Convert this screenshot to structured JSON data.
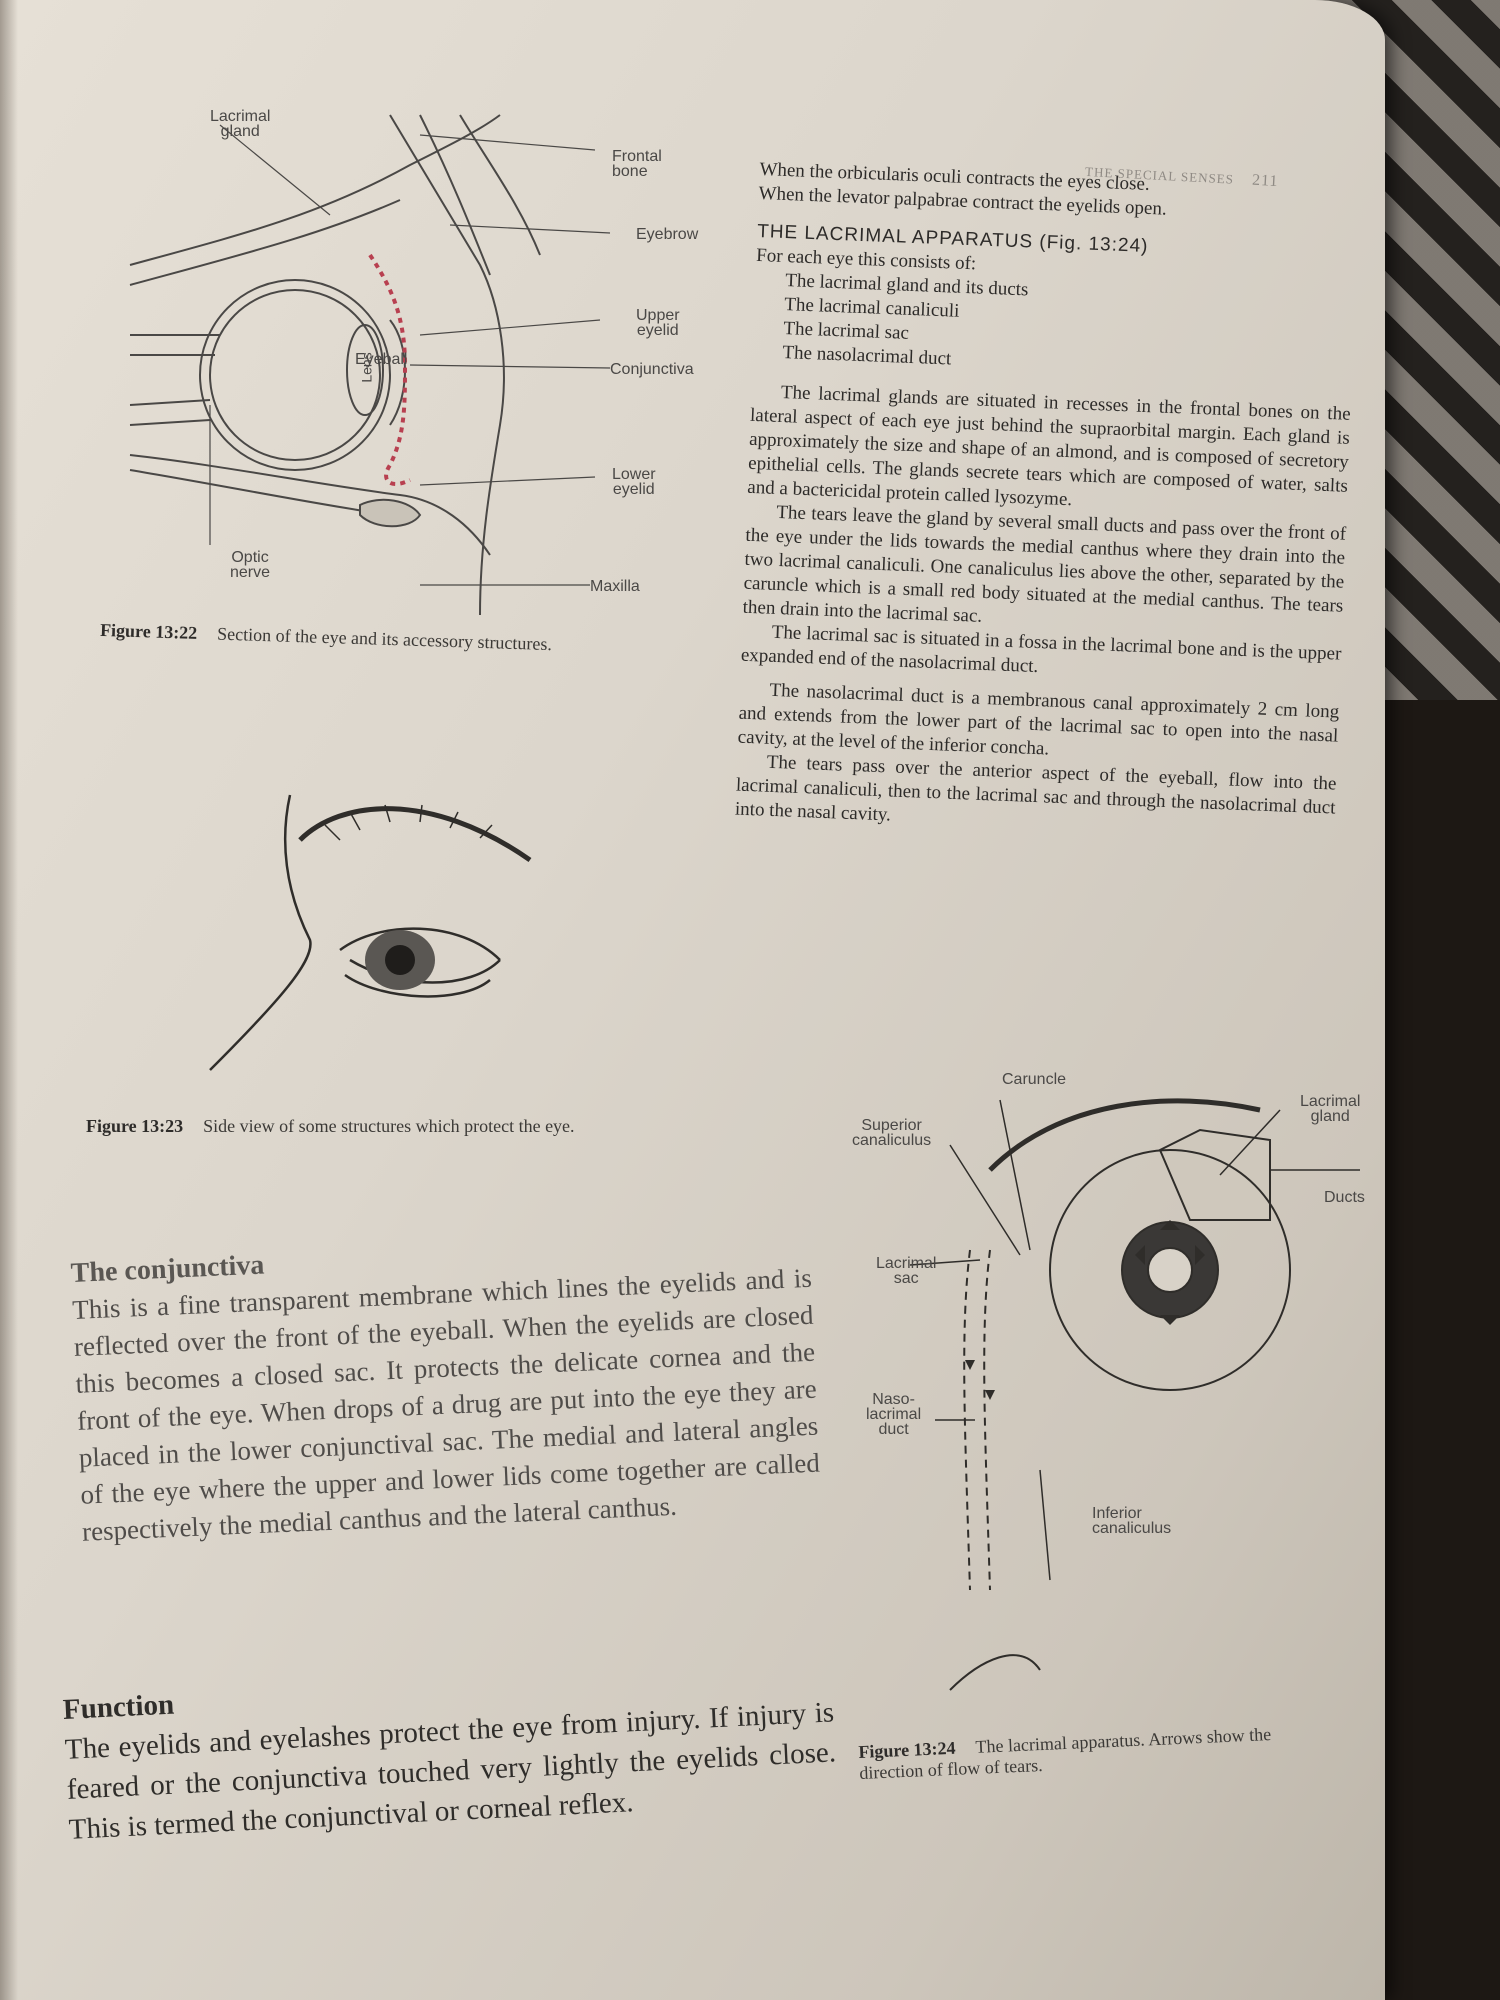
{
  "header": {
    "running_title": "THE SPECIAL SENSES",
    "page_number": "211"
  },
  "fig22": {
    "labels": {
      "lacrimal_gland": "Lacrimal\ngland",
      "frontal_bone": "Frontal\nbone",
      "eyebrow": "Eyebrow",
      "upper_eyelid": "Upper\neyelid",
      "eyeball": "Eyeball",
      "lens": "Lens",
      "conjunctiva": "Conjunctiva",
      "lower_eyelid": "Lower\neyelid",
      "optic_nerve": "Optic\nnerve",
      "maxilla": "Maxilla"
    },
    "caption_number": "Figure 13:22",
    "caption_text": "Section of the eye and its accessory structures."
  },
  "right_column": {
    "intro_1": "When the orbicularis oculi contracts the eyes close.",
    "intro_2": "When the levator palpabrae contract the eyelids open.",
    "heading": "THE LACRIMAL APPARATUS (Fig. 13:24)",
    "list_intro": "For each eye this consists of:",
    "list": [
      "The lacrimal gland and its ducts",
      "The lacrimal canaliculi",
      "The lacrimal sac",
      "The nasolacrimal duct"
    ],
    "para_1": "The lacrimal glands are situated in recesses in the frontal bones on the lateral aspect of each eye just behind the supraorbital margin. Each gland is approximately the size and shape of an almond, and is composed of secretory epithelial cells. The glands secrete tears which are composed of water, salts and a bactericidal protein called lysozyme.",
    "para_2": "The tears leave the gland by several small ducts and pass over the front of the eye under the lids towards the medial canthus where they drain into the two lacrimal canaliculi. One canaliculus lies above the other, separated by the caruncle which is a small red body situated at the medial canthus. The tears then drain into the lacrimal sac.",
    "para_3": "The lacrimal sac is situated in a fossa in the lacrimal bone and is the upper expanded end of the nasolacrimal duct.",
    "para_4": "The nasolacrimal duct is a membranous canal approximately 2 cm long and extends from the lower part of the lacrimal sac to open into the nasal cavity, at the level of the inferior concha.",
    "para_5": "The tears pass over the anterior aspect of the eyeball, flow into the lacrimal canaliculi, then to the lacrimal sac and through the nasolacrimal duct into the nasal cavity."
  },
  "fig23": {
    "caption_number": "Figure 13:23",
    "caption_text": "Side view of some structures which protect the eye."
  },
  "conjunctiva": {
    "heading": "The conjunctiva",
    "text": "This is a fine transparent membrane which lines the eyelids and is reflected over the front of the eyeball. When the eyelids are closed this becomes a closed sac. It protects the delicate cornea and the front of the eye. When drops of a drug are put into the eye they are placed in the lower conjunctival sac. The medial and lateral angles of the eye where the upper and lower lids come together are called respectively the medial canthus and the lateral canthus."
  },
  "function": {
    "heading": "Function",
    "text": "The eyelids and eyelashes protect the eye from injury. If injury is feared or the conjunctiva touched very lightly the eyelids close. This is termed the conjunctival or corneal reflex."
  },
  "fig24": {
    "labels": {
      "caruncle": "Caruncle",
      "lacrimal_gland": "Lacrimal\ngland",
      "superior_canaliculus": "Superior\ncanaliculus",
      "ducts": "Ducts",
      "lacrimal_sac": "Lacrimal\nsac",
      "nasolacrimal_duct": "Naso-\nlacrimal\nduct",
      "inferior_canaliculus": "Inferior\ncanaliculus"
    },
    "caption_number": "Figure 13:24",
    "caption_text": "The lacrimal apparatus. Arrows show the direction of flow of tears."
  },
  "colors": {
    "paper": "#dcd6cc",
    "ink": "#2d2b29",
    "conjunctiva_red": "#b84050"
  }
}
